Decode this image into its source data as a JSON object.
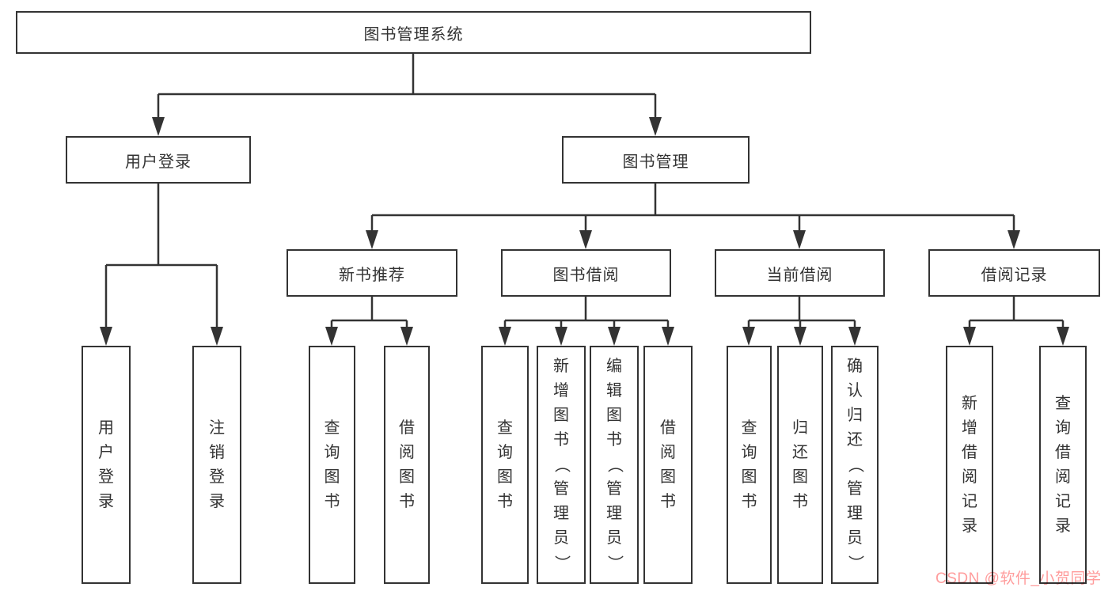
{
  "tree": {
    "label": "图书管理系统",
    "children": [
      {
        "label": "用户登录",
        "children": [
          {
            "label": "用户登录"
          },
          {
            "label": "注销登录"
          }
        ]
      },
      {
        "label": "图书管理",
        "children": [
          {
            "label": "新书推荐",
            "children": [
              {
                "label": "查询图书"
              },
              {
                "label": "借阅图书"
              }
            ]
          },
          {
            "label": "图书借阅",
            "children": [
              {
                "label": "查询图书"
              },
              {
                "label": "新增图书（管理员）"
              },
              {
                "label": "编辑图书（管理员）"
              },
              {
                "label": "借阅图书"
              }
            ]
          },
          {
            "label": "当前借阅",
            "children": [
              {
                "label": "查询图书"
              },
              {
                "label": "归还图书"
              },
              {
                "label": "确认归还（管理员）"
              }
            ]
          },
          {
            "label": "借阅记录",
            "children": [
              {
                "label": "新增借阅记录"
              },
              {
                "label": "查询借阅记录"
              }
            ]
          }
        ]
      }
    ]
  },
  "watermark": {
    "text": "CSDN @软件_小贺同学",
    "color": "#ff9c9c"
  },
  "colors": {
    "line": "#333333",
    "box_border": "#333333",
    "text": "#333333",
    "background": "#ffffff"
  }
}
